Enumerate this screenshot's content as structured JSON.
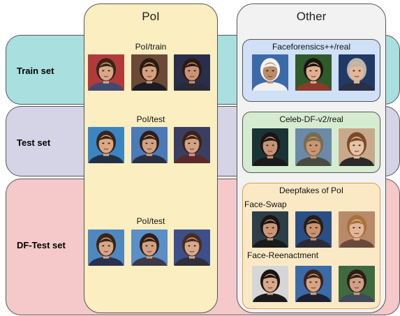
{
  "columns": {
    "poi": "PoI",
    "other": "Other"
  },
  "rows": {
    "train": "Train set",
    "test": "Test set",
    "df_test": "DF-Test set"
  },
  "poi_groups": {
    "train": "PoI/train",
    "test": "PoI/test",
    "df_test": "PoI/test"
  },
  "other_groups": {
    "train": "Faceforensics++/real",
    "test": "Celeb-DF-v2/real",
    "df_test": "Deepfakes of PoI",
    "face_swap": "Face-Swap",
    "face_reenactment": "Face-Reenactment"
  },
  "faces": [
    {
      "bg": "#b23a3a",
      "skin": "#d8a88a",
      "hair": "#3a2418",
      "shirt": "#3f4a70"
    },
    {
      "bg": "#6a4a36",
      "skin": "#d5a07e",
      "hair": "#2b1a12",
      "shirt": "#1c1c24"
    },
    {
      "bg": "#2b2e4a",
      "skin": "#c99375",
      "hair": "#2a1a12",
      "shirt": "#2a2a36"
    },
    {
      "bg": "#3a86c4",
      "skin": "#d9a985",
      "hair": "#3b2418",
      "shirt": "#223044"
    },
    {
      "bg": "#4a7ab8",
      "skin": "#d2a183",
      "hair": "#2e1d14",
      "shirt": "#2a2e42"
    },
    {
      "bg": "#3a3f62",
      "skin": "#d4a184",
      "hair": "#3a2219",
      "shirt": "#5a2a2a"
    },
    {
      "bg": "#4f88c0",
      "skin": "#d6a686",
      "hair": "#3a2418",
      "shirt": "#2a3050"
    },
    {
      "bg": "#5a8fc8",
      "skin": "#d1a082",
      "hair": "#2f1e15",
      "shirt": "#3c3a48"
    },
    {
      "bg": "#3c4f8a",
      "skin": "#d8a88a",
      "hair": "#4a2c1c",
      "shirt": "#2f2f3a"
    },
    {
      "bg": "#3b6aa8",
      "skin": "#b98c6a",
      "hair": "#f2f2f2",
      "shirt": "#f0f0f0"
    },
    {
      "bg": "#2f5a2a",
      "skin": "#e0b08e",
      "hair": "#1a1412",
      "shirt": "#8a3b2a"
    },
    {
      "bg": "#203a66",
      "skin": "#e2b79a",
      "hair": "#bdb4a8",
      "shirt": "#2a2f44"
    },
    {
      "bg": "#1a3436",
      "skin": "#c69474",
      "hair": "#1c1412",
      "shirt": "#1a1a1a"
    },
    {
      "bg": "#6a8aa8",
      "skin": "#c9966f",
      "hair": "#7a6a50",
      "shirt": "#4a4a40"
    },
    {
      "bg": "#c9a98c",
      "skin": "#e6c2a6",
      "hair": "#7a4a2a",
      "shirt": "#2a2a2a"
    },
    {
      "bg": "#2c3e48",
      "skin": "#c89678",
      "hair": "#1c1412",
      "shirt": "#1a1a1a"
    },
    {
      "bg": "#2a4f86",
      "skin": "#c8936e",
      "hair": "#2a1c14",
      "shirt": "#2a2a36"
    },
    {
      "bg": "#b88a6a",
      "skin": "#e2b699",
      "hair": "#a8703a",
      "shirt": "#6a4a3a"
    },
    {
      "bg": "#d6d6d6",
      "skin": "#d9a88a",
      "hair": "#1a1412",
      "shirt": "#1a1a1a"
    },
    {
      "bg": "#3a6aa8",
      "skin": "#d6a484",
      "hair": "#3a2218",
      "shirt": "#1e2030"
    },
    {
      "bg": "#3f6a40",
      "skin": "#cfa082",
      "hair": "#2e1c14",
      "shirt": "#404a58"
    }
  ]
}
